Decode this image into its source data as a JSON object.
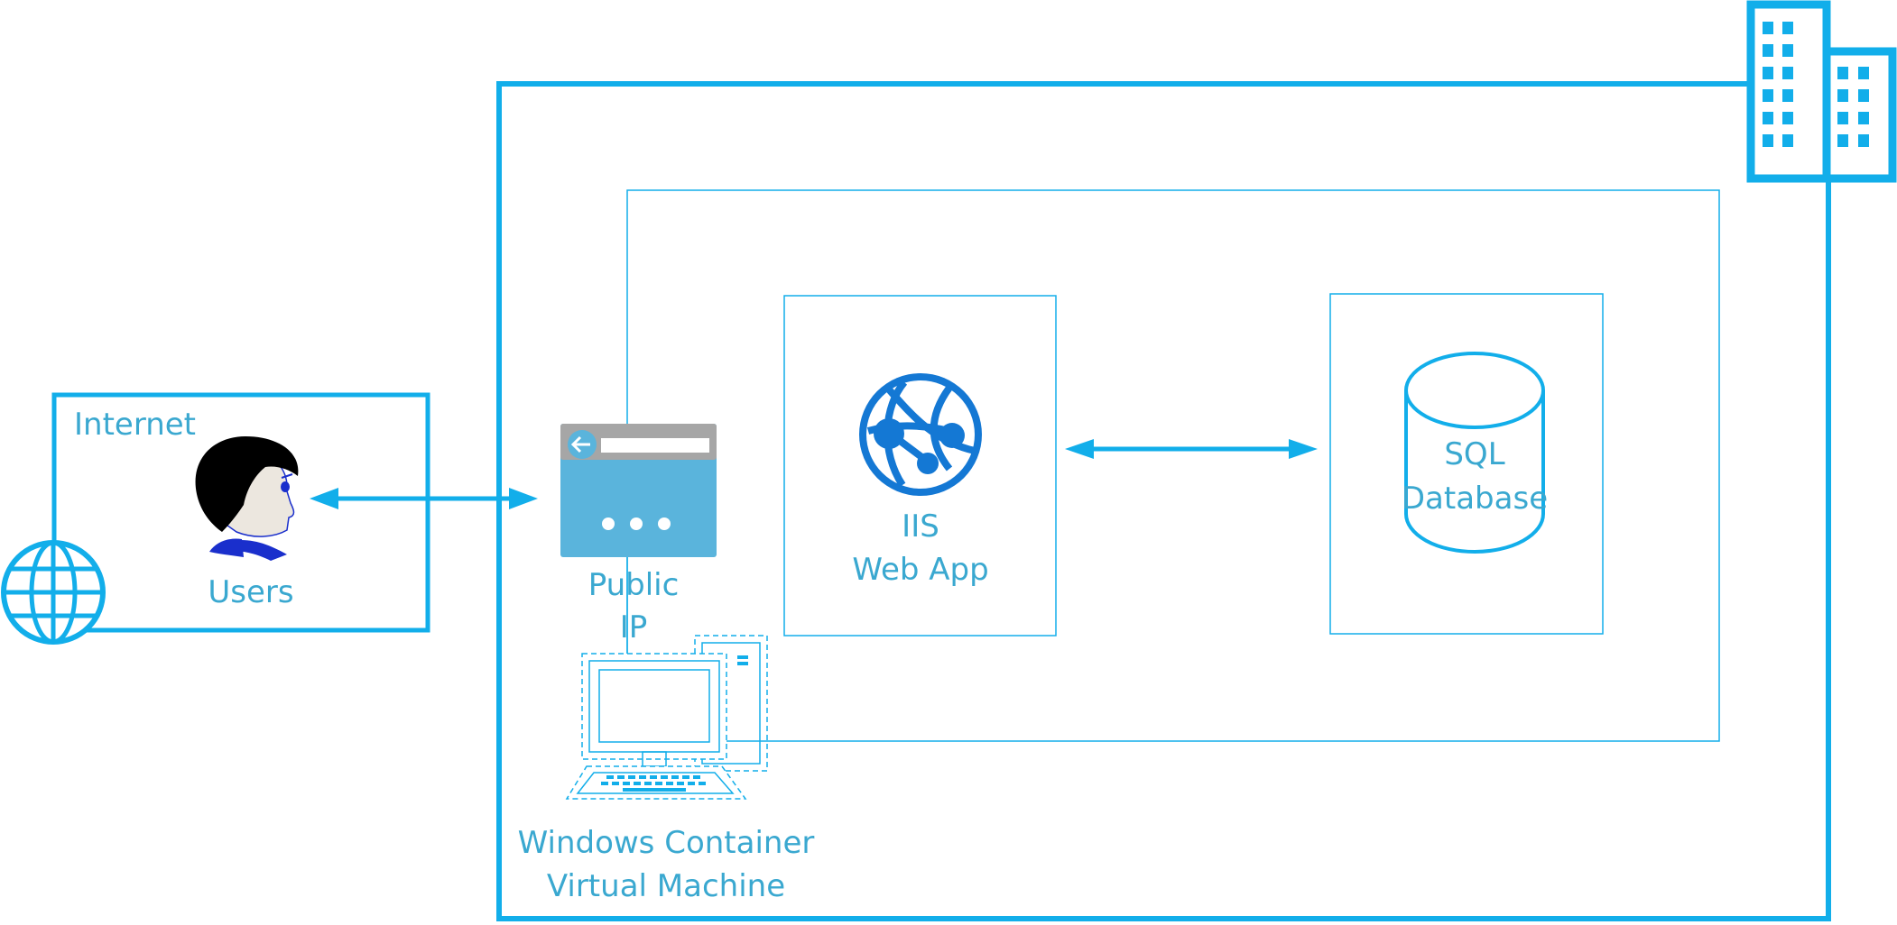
{
  "colors": {
    "accent": "#12aeea",
    "label": "#3aa8d0",
    "azure_blue": "#1478d4",
    "public_ip_window": "#5ab4dc",
    "public_ip_titlebar": "#a6a6a6"
  },
  "internet": {
    "label": "Internet",
    "icon": "globe-icon"
  },
  "users": {
    "label": "Users",
    "icon": "user-face-icon"
  },
  "public_ip": {
    "line1": "Public",
    "line2": "IP",
    "icon": "browser-window-icon"
  },
  "iis": {
    "line1": "IIS",
    "line2": "Web App",
    "icon": "web-app-globe-icon"
  },
  "sql": {
    "line1": "SQL",
    "line2": "Database",
    "icon": "database-cylinder-icon"
  },
  "vm": {
    "line1": "Windows Container",
    "line2": "Virtual Machine",
    "icon": "computer-icon"
  },
  "datacenter": {
    "icon": "office-buildings-icon"
  }
}
